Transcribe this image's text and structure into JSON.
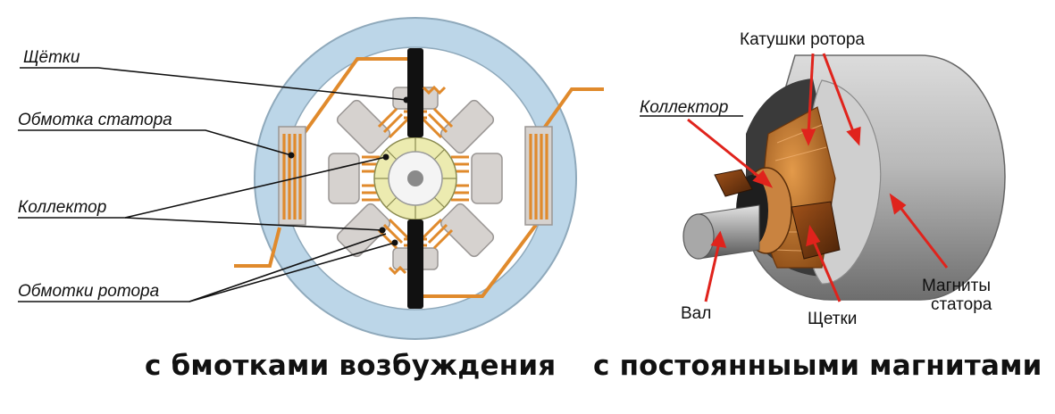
{
  "left_diagram": {
    "labels": {
      "brushes": "Щётки",
      "stator_winding": "Обмотка статора",
      "commutator": "Коллектор",
      "rotor_windings": "Обмотки ротора"
    },
    "caption": "с бмотками возбуждения"
  },
  "right_diagram": {
    "labels": {
      "rotor_coils": "Катушки ротора",
      "commutator": "Коллектор",
      "shaft": "Вал",
      "brushes": "Щетки",
      "stator_magnets_line1": "Магниты",
      "stator_magnets_line2": "статора"
    },
    "caption": "с постоянныыми магнитами"
  },
  "colors": {
    "stator_ring": "#bcd6e8",
    "winding": "#e08a2c",
    "pole": "#d6d2cf",
    "commutator": "#ecebb0",
    "arrow": "#e0231c",
    "housing": "#c8c8c8",
    "copper": "#b86a22"
  }
}
